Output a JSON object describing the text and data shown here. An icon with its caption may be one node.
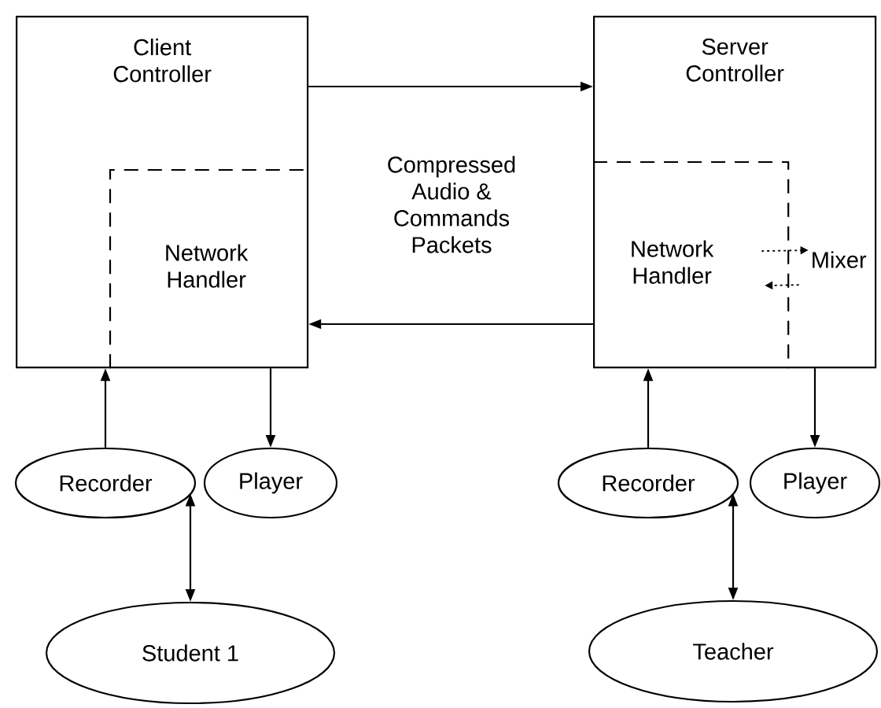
{
  "diagram": {
    "nodes": [
      {
        "text": [
          "Client Controller"
        ]
      },
      {
        "text": [
          "Network Handler"
        ],
        "in": 0
      },
      {
        "text": [
          "Server Controller"
        ]
      },
      {
        "text": [
          "Network Handler"
        ],
        "in": 2
      },
      {
        "text": [
          "Mixer"
        ],
        "in": 2
      },
      {
        "text": [
          "Recorder"
        ]
      },
      {
        "text": [
          "Player"
        ]
      },
      {
        "text": [
          "Student 1"
        ]
      },
      {
        "text": [
          "Recorder"
        ]
      },
      {
        "text": [
          "Player"
        ]
      },
      {
        "text": [
          "Teacher"
        ]
      }
    ],
    "edges": [
      {
        "from": 0,
        "to": 2,
        "arrow": "to"
      },
      {
        "from": 2,
        "to": 0,
        "arrow": "to"
      },
      {
        "from": 5,
        "to": 1,
        "arrow": "to"
      },
      {
        "from": 1,
        "to": 6,
        "arrow": "to"
      },
      {
        "from": 7,
        "to": 5,
        "arrow": "both"
      },
      {
        "from": 8,
        "to": 3,
        "arrow": "to"
      },
      {
        "from": 2,
        "to": 9,
        "arrow": "to"
      },
      {
        "from": 10,
        "to": 8,
        "arrow": "both"
      },
      {
        "from": 3,
        "to": 4,
        "arrow": "to",
        "style": "dashed"
      },
      {
        "from": 4,
        "to": 3,
        "arrow": "to",
        "style": "dashed"
      }
    ],
    "labels": [
      "Compressed Audio & Commands Packets"
    ]
  }
}
